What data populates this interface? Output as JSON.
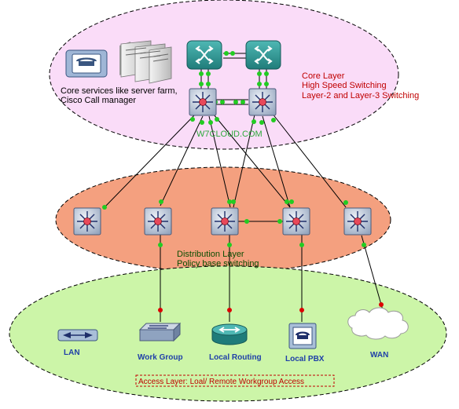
{
  "core_layer": {
    "title": "Core Layer",
    "line1": "High Speed Switching",
    "line2": "Layer-2 and Layer-3 Switching"
  },
  "core_services": {
    "line1": "Core services like server farm,",
    "line2": "Cisco Call manager"
  },
  "watermark": "W7CLOUD.COM",
  "distribution_layer": {
    "title": "Distribution Layer",
    "line1": "Policy base switching"
  },
  "access_devices": {
    "lan": "LAN",
    "work_group": "Work Group",
    "local_routing": "Local Routing",
    "local_pbx": "Local PBX",
    "wan": "WAN"
  },
  "access_layer": {
    "title": "Access Layer: Loal/ Remote Workgroup Access"
  },
  "colors": {
    "core_fill": "#fadcf8",
    "distribution_fill": "#f4a07f",
    "access_fill": "#ccf5a8",
    "link_ok": "#22cc22",
    "link_down": "#dd0000"
  },
  "icons": [
    "router-icon",
    "multilayer-switch-icon",
    "call-manager-icon",
    "server-farm-icon",
    "workgroup-switch-icon",
    "lan-bridge-icon",
    "pbx-icon",
    "cloud-icon"
  ]
}
